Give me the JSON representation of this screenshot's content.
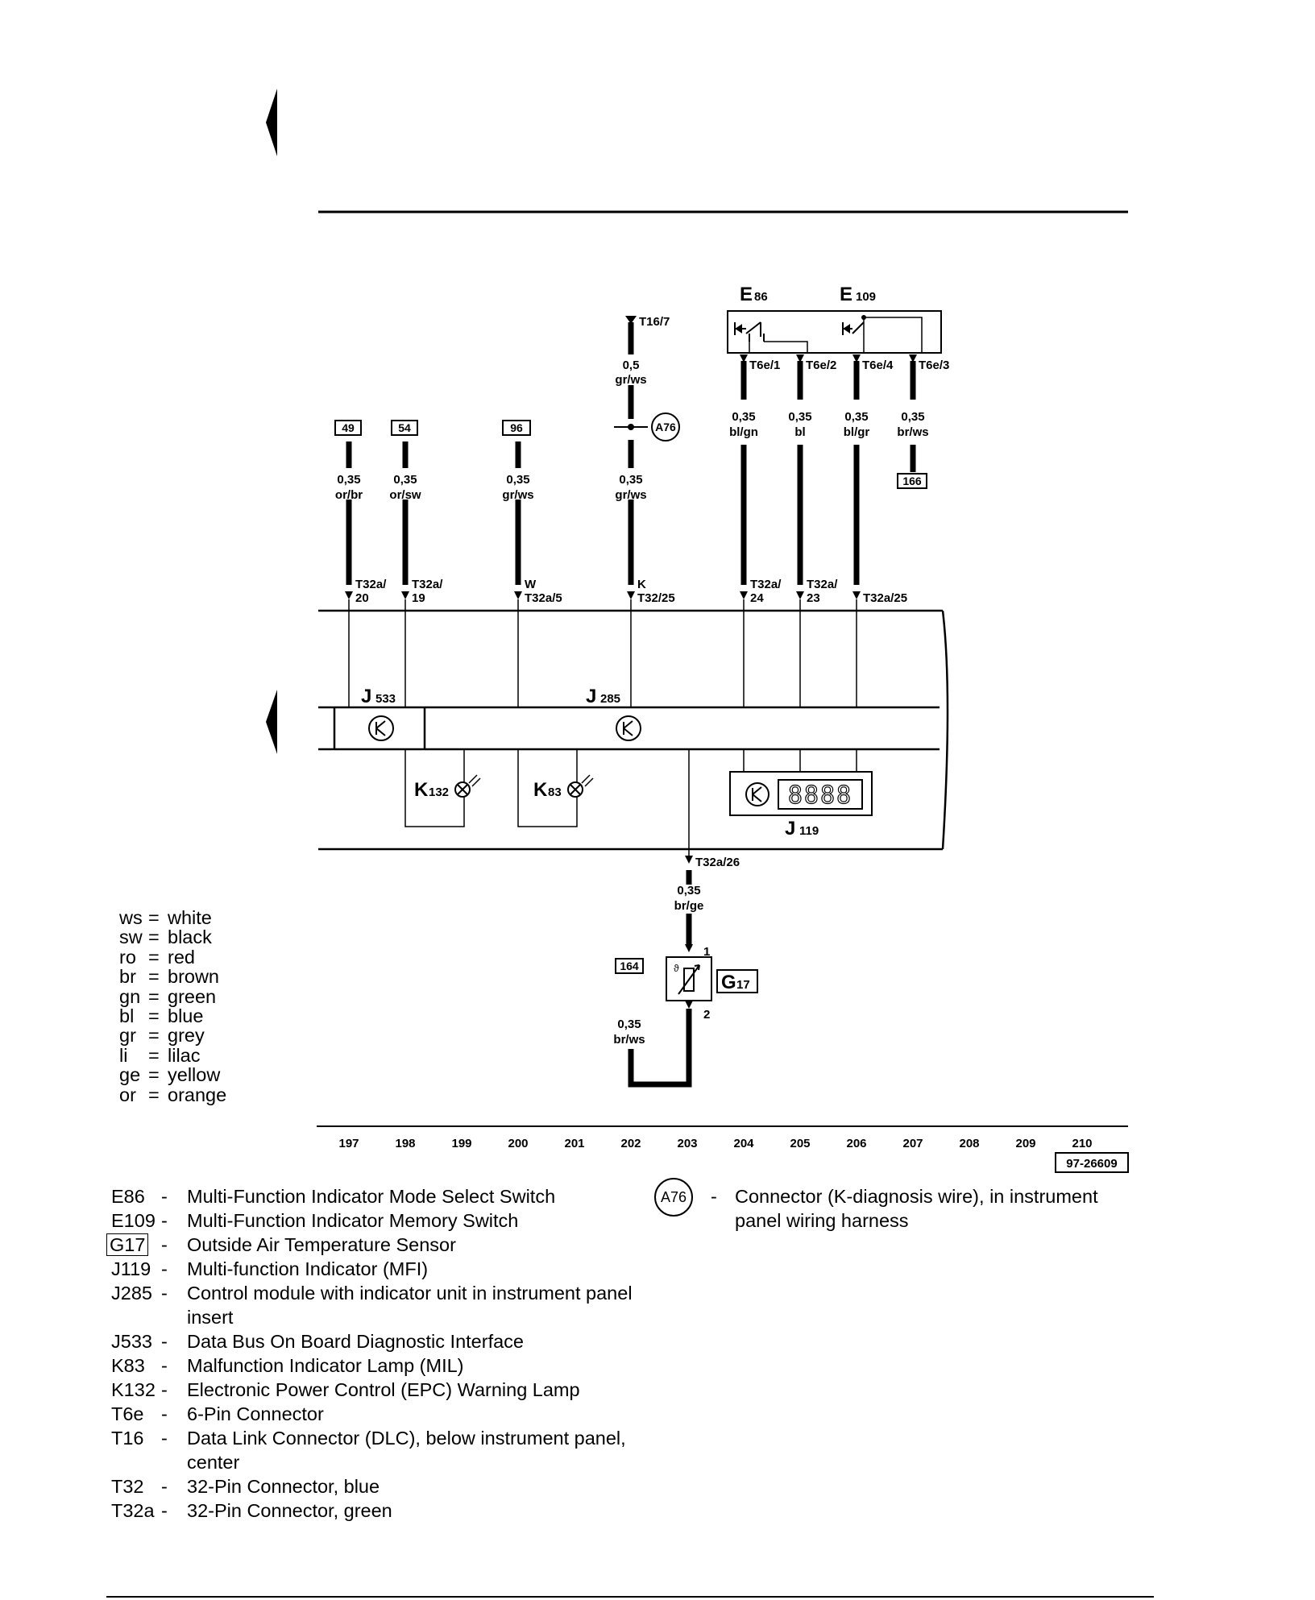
{
  "wires": [
    {
      "gauge": "0,35",
      "color": "or/br"
    },
    {
      "gauge": "0,35",
      "color": "or/sw"
    },
    {
      "gauge": "0,35",
      "color": "gr/ws"
    },
    {
      "gauge": "0,5",
      "color": "gr/ws"
    },
    {
      "gauge": "0,35",
      "color": "gr/ws"
    },
    {
      "gauge": "0,35",
      "color": "bl/gn"
    },
    {
      "gauge": "0,35",
      "color": "bl"
    },
    {
      "gauge": "0,35",
      "color": "bl/gr"
    },
    {
      "gauge": "0,35",
      "color": "br/ws"
    },
    {
      "gauge": "0,35",
      "color": "br/ge"
    },
    {
      "gauge": "0,35",
      "color": "br/ws"
    }
  ],
  "refs": [
    "49",
    "54",
    "96",
    "166",
    "164"
  ],
  "pins": {
    "t16_7": "T16/7",
    "t6e_1": "T6e/1",
    "t6e_2": "T6e/2",
    "t6e_4": "T6e/4",
    "t6e_3": "T6e/3",
    "t32a_20_a": "T32a/",
    "t32a_20_b": "20",
    "t32a_19_a": "T32a/",
    "t32a_19_b": "19",
    "w_a": "W",
    "w_b": "T32a/5",
    "k_a": "K",
    "k_b": "T32/25",
    "t32a_24_a": "T32a/",
    "t32a_24_b": "24",
    "t32a_23_a": "T32a/",
    "t32a_23_b": "23",
    "t32a_25": "T32a/25",
    "t32a_26": "T32a/26",
    "g17_1": "1",
    "g17_2": "2"
  },
  "components": {
    "e86": {
      "letter": "E",
      "num": "86"
    },
    "e109": {
      "letter": "E",
      "num": "109"
    },
    "j533": {
      "letter": "J",
      "num": "533"
    },
    "j285": {
      "letter": "J",
      "num": "285"
    },
    "k132": {
      "letter": "K",
      "num": "132"
    },
    "k83": {
      "letter": "K",
      "num": "83"
    },
    "j119": {
      "letter": "J",
      "num": "119"
    },
    "g17": {
      "letter": "G",
      "num": "17"
    },
    "a76": "A76",
    "display": "8888"
  },
  "ruler": [
    "197",
    "198",
    "199",
    "200",
    "201",
    "202",
    "203",
    "204",
    "205",
    "206",
    "207",
    "208",
    "209",
    "210"
  ],
  "figure_id": "97-26609",
  "color_legend": [
    {
      "code": "ws",
      "name": "white"
    },
    {
      "code": "sw",
      "name": "black"
    },
    {
      "code": "ro",
      "name": "red"
    },
    {
      "code": "br",
      "name": "brown"
    },
    {
      "code": "gn",
      "name": "green"
    },
    {
      "code": "bl",
      "name": "blue"
    },
    {
      "code": "gr",
      "name": "grey"
    },
    {
      "code": "li",
      "name": "lilac"
    },
    {
      "code": "ge",
      "name": "yellow"
    },
    {
      "code": "or",
      "name": "orange"
    }
  ],
  "legend": [
    {
      "code": "E86",
      "desc": "Multi-Function Indicator Mode Select Switch"
    },
    {
      "code": "E109",
      "desc": "Multi-Function Indicator Memory Switch"
    },
    {
      "code": "G17",
      "desc": "Outside Air Temperature Sensor"
    },
    {
      "code": "J119",
      "desc": "Multi-function Indicator (MFI)"
    },
    {
      "code": "J285",
      "desc": "Control module with indicator unit in instrument panel insert"
    },
    {
      "code": "J533",
      "desc": "Data Bus On Board Diagnostic Interface"
    },
    {
      "code": "K83",
      "desc": "Malfunction Indicator Lamp (MIL)"
    },
    {
      "code": "K132",
      "desc": "Electronic Power Control (EPC) Warning Lamp"
    },
    {
      "code": "T6e",
      "desc": "6-Pin Connector"
    },
    {
      "code": "T16",
      "desc": "Data Link Connector (DLC), below instrument panel, center"
    },
    {
      "code": "T32",
      "desc": "32-Pin Connector, blue"
    },
    {
      "code": "T32a",
      "desc": "32-Pin Connector, green"
    }
  ],
  "legend_right": {
    "code": "A76",
    "desc": "Connector (K-diagnosis wire), in instrument panel wiring harness"
  },
  "dash": "-",
  "eq": "="
}
